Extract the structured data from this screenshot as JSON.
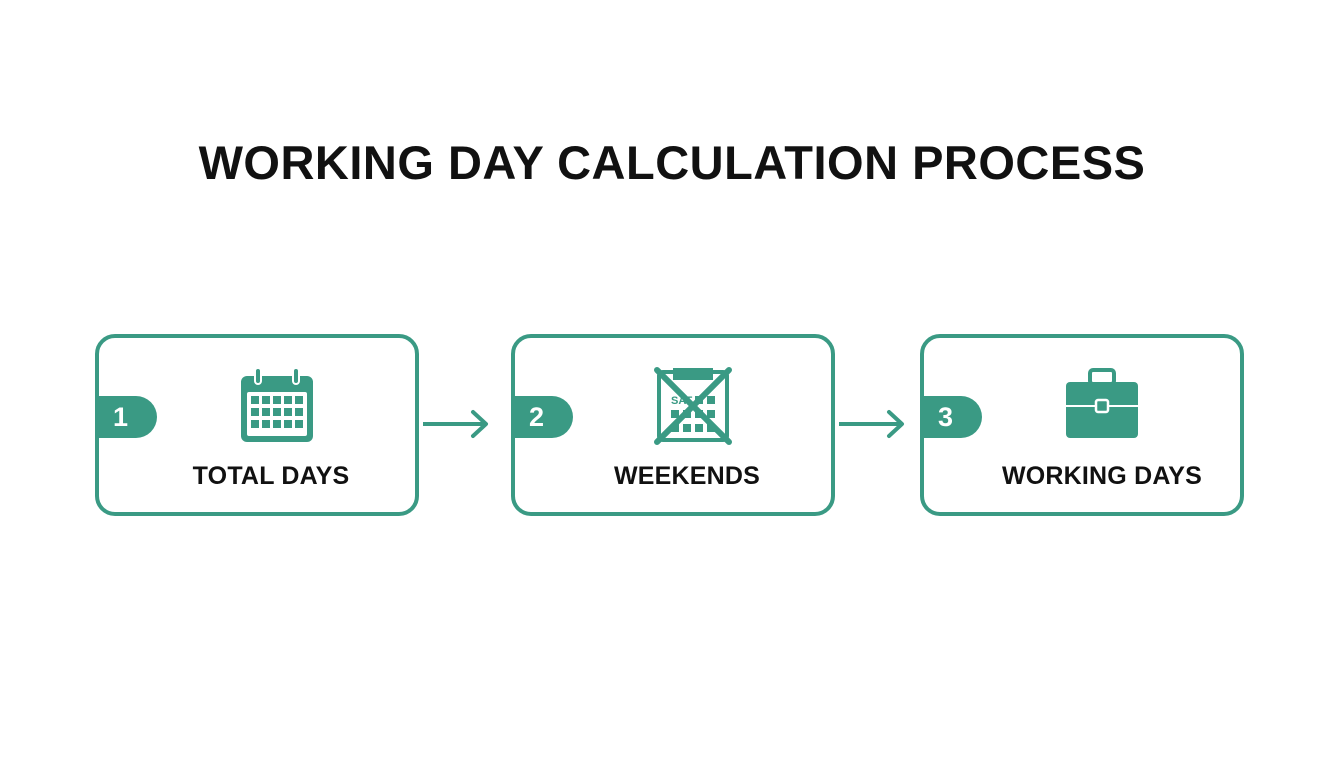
{
  "title": "WORKING DAY CALCULATION PROCESS",
  "colors": {
    "accent": "#3a9a84",
    "text": "#111111",
    "background": "#ffffff"
  },
  "steps": [
    {
      "number": "1",
      "label": "TOTAL DAYS",
      "icon": "calendar-icon"
    },
    {
      "number": "2",
      "label": "WEEKENDS",
      "icon": "crossed-out-calendar-icon",
      "icon_text": "SAT"
    },
    {
      "number": "3",
      "label": "WORKING DAYS",
      "icon": "briefcase-icon"
    }
  ],
  "connectors": [
    "arrow-right-icon",
    "arrow-right-icon"
  ]
}
